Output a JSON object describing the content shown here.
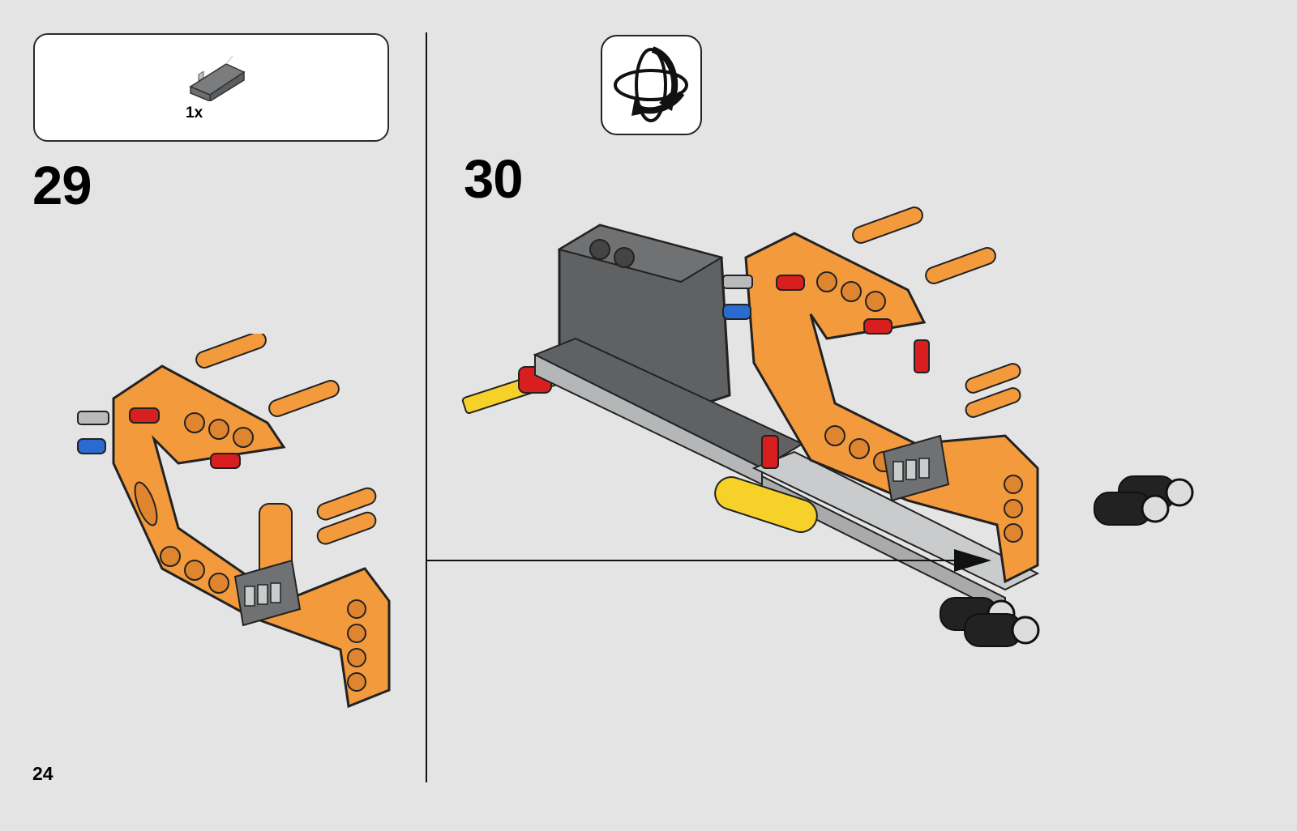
{
  "parts_box": {
    "quantity": "1x",
    "part_icon": "grey-wedge-slope-icon"
  },
  "steps": [
    {
      "number": "29"
    },
    {
      "number": "30"
    }
  ],
  "rotate_icon": "rotate-model-icon",
  "page_number": "24",
  "colors": {
    "background": "#e3e4e3",
    "orange": "#f39a3c",
    "dark_grey": "#5f6163",
    "light_grey": "#c9cbcc",
    "red": "#d81e1e",
    "blue": "#2a6bd1",
    "yellow": "#f6d12a"
  }
}
